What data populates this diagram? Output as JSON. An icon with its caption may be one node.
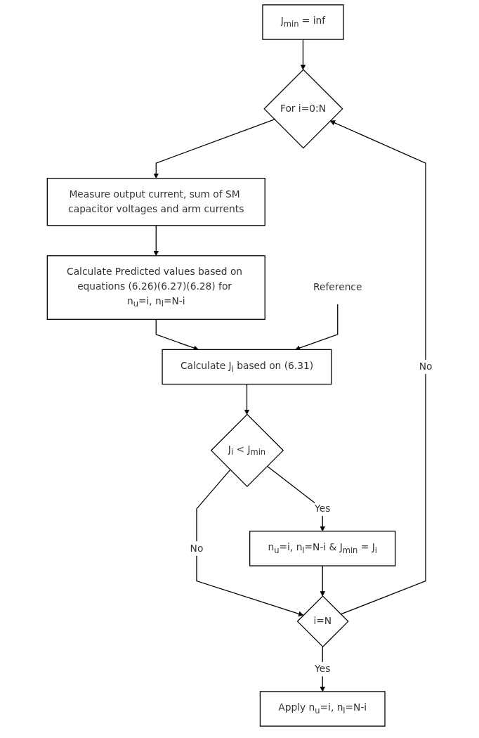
{
  "diagram": {
    "nodes": [
      {
        "text": [
          "J$_{min}$ = inf"
        ]
      },
      {
        "text": [
          "For i=0:N"
        ]
      },
      {
        "text": [
          "Measure output current, sum of SM capacitor voltages and arm currents"
        ]
      },
      {
        "text": [
          "Calculate Predicted values based on equations (6.26)(6.27)(6.28) for n$_{u}$=i, n$_{l}$=N-i"
        ]
      },
      {
        "text": [
          "Calculate J$_{i}$ based on (6.31)"
        ]
      },
      {
        "text": [
          "Reference"
        ]
      },
      {
        "text": [
          "J$_{i}$ < J$_{min}$"
        ]
      },
      {
        "text": [
          "n$_{u}$=i, n$_{l}$=N-i & J$_{min}$ = J$_{i}$"
        ]
      },
      {
        "text": [
          "i=N"
        ]
      },
      {
        "text": [
          "Apply n$_{u}$=i, n$_{l}$=N-i"
        ]
      }
    ],
    "edges": [
      {
        "from": 0,
        "to": 1,
        "arrow": "to"
      },
      {
        "from": 1,
        "to": 2,
        "arrow": "to"
      },
      {
        "from": 2,
        "to": 3,
        "arrow": "to"
      },
      {
        "from": 3,
        "to": 4,
        "arrow": "to"
      },
      {
        "from": 5,
        "to": 4,
        "arrow": "to"
      },
      {
        "from": 4,
        "to": 6,
        "arrow": "to"
      },
      {
        "from": 6,
        "to": 7,
        "label": "Yes",
        "arrow": "to"
      },
      {
        "from": 6,
        "to": 8,
        "label": "No",
        "arrow": "to"
      },
      {
        "from": 7,
        "to": 8,
        "arrow": "to"
      },
      {
        "from": 8,
        "to": 1,
        "label": "No",
        "arrow": "to"
      },
      {
        "from": 8,
        "to": 9,
        "label": "Yes",
        "arrow": "to"
      }
    ]
  }
}
